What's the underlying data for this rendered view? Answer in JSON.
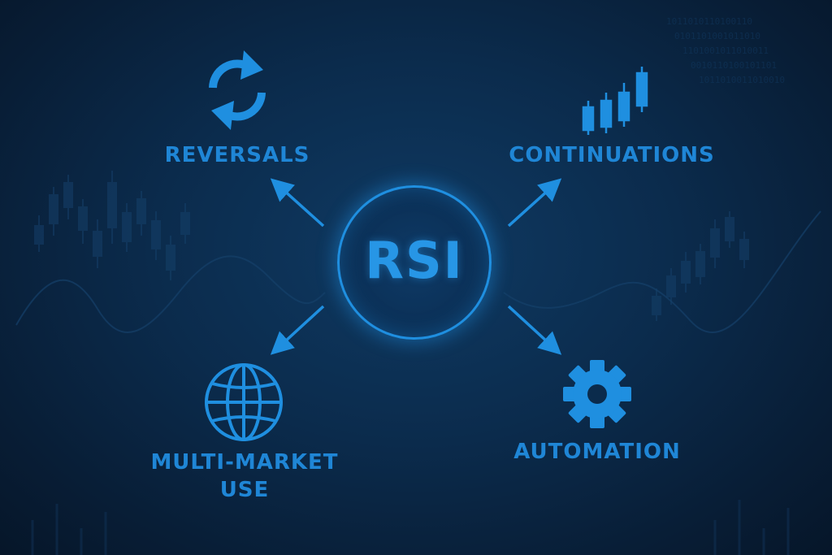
{
  "center": {
    "label": "RSI"
  },
  "nodes": {
    "reversals": {
      "label": "REVERSALS",
      "icon": "refresh-icon"
    },
    "continuations": {
      "label": "CONTINUATIONS",
      "icon": "candlestick-icon"
    },
    "multi_market": {
      "label_line1": "MULTI-MARKET",
      "label_line2": "USE",
      "icon": "globe-icon"
    },
    "automation": {
      "label": "AUTOMATION",
      "icon": "gear-icon"
    }
  },
  "colors": {
    "accent": "#1f8fe0",
    "label": "#1f86d6",
    "background": "#0b2b4c"
  }
}
